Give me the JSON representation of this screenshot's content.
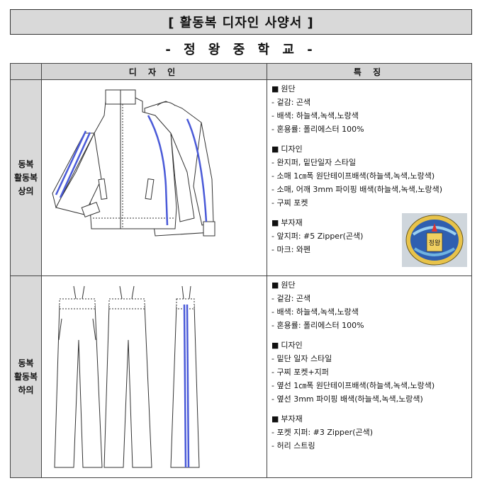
{
  "header": {
    "title": "[ 활동복 디자인 사양서 ]",
    "school": "- 정 왕 중 학 교 -"
  },
  "table": {
    "columns": [
      "디 자 인",
      "특 징"
    ],
    "rows": [
      {
        "label_lines": [
          "동복",
          "활동복",
          "상의"
        ],
        "sections": [
          {
            "heading": "원단",
            "items": [
              "- 겉감: 곤색",
              "- 배색: 하늘색,녹색,노랑색",
              "- 혼용률: 폴리에스터 100%"
            ]
          },
          {
            "heading": "디자인",
            "items": [
              "- 완지퍼, 밑단일자 스타일",
              "- 소매 1㎝폭 원단테이프배색(하늘색,녹색,노랑색)",
              "- 소매, 어깨 3mm 파이핑 배색(하늘색,녹색,노랑색)",
              "- 구찌 포켓"
            ]
          },
          {
            "heading": "부자재",
            "items": [
              "- 앞지퍼: #5 Zipper(곤색)",
              "- 마크: 와펜"
            ]
          }
        ]
      },
      {
        "label_lines": [
          "동복",
          "활동복",
          "하의"
        ],
        "sections": [
          {
            "heading": "원단",
            "items": [
              "- 겉감: 곤색",
              "- 배색: 하늘색,녹색,노랑색",
              "- 혼용률: 폴리에스터 100%"
            ]
          },
          {
            "heading": "디자인",
            "items": [
              "- 밑단 일자 스타일",
              "- 구찌 포켓+지퍼",
              "- 옆선 1㎝폭 원단테이프배색(하늘색,녹색,노랑색)",
              "- 옆선 3mm 파이핑 배색(하늘색,녹색,노랑색)"
            ]
          },
          {
            "heading": "부자재",
            "items": [
              "- 포켓 지퍼: #3 Zipper(곤색)",
              "- 허리 스트링"
            ]
          }
        ]
      }
    ]
  },
  "badge": {
    "text": "정왕"
  },
  "colors": {
    "accent_stripe": "#4a5ad8",
    "header_bg": "#d9d9d9"
  },
  "icons": {
    "bullet": "black-square-icon"
  }
}
